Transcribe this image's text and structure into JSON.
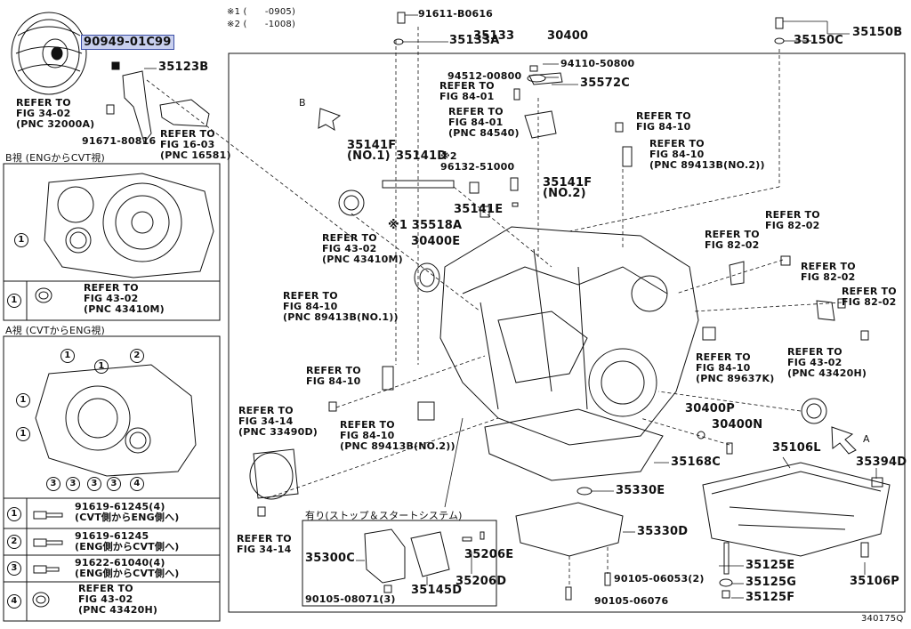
{
  "notes": {
    "n1": "※1 (      -0905)",
    "n2": "※2 (      -1008)"
  },
  "diagram_id": "340175Q",
  "highlight_part": "90949-01C99",
  "accent_color": "#3b4ea6",
  "labels": {
    "p91611": "91611-B0616",
    "p35133A": "35133A",
    "p35133": "35133",
    "p30400": "30400",
    "p35150B": "35150B",
    "p35150C": "35150C",
    "p94512": "94512-00800",
    "p94110": "94110-50800",
    "p35572C": "35572C",
    "p35123B": "35123B",
    "p90949": "90949-01C99",
    "ref34_02": "REFER TO\nFIG 34-02\n(PNC 32000A)",
    "p91671": "91671-80816",
    "ref16_03": "REFER TO\nFIG 16-03\n(PNC 16581)",
    "ref84_01a": "REFER TO\nFIG 84-01",
    "ref84_01b": "REFER TO\nFIG 84-01\n(PNC 84540)",
    "ref84_10a": "REFER TO\nFIG 84-10",
    "ref84_10b": "REFER TO\nFIG 84-10\n(PNC 89413B(NO.2))",
    "b_view": "B視 (ENGからCVT視)",
    "a_view": "A視 (CVTからENG視)",
    "p35141F_1": "35141F\n(NO.1)",
    "p35141D": "35141D",
    "p96132": "※2\n96132-51000",
    "p35141F_2": "35141F\n(NO.2)",
    "p35141E": "35141E",
    "p35518A": "※1 35518A",
    "p30400E": "30400E",
    "ref43_02m": "REFER TO\nFIG 43-02\n(PNC 43410M)",
    "ref82_02a": "REFER TO\nFIG 82-02",
    "ref82_02b": "REFER TO\nFIG 82-02",
    "ref82_02c": "REFER TO\nFIG 82-02",
    "ref82_02d": "REFER TO\nFIG 82-02",
    "ref84_10c": "REFER TO\nFIG 84-10\n(PNC 89413B(NO.1))",
    "ref84_10d": "REFER TO\nFIG 84-10",
    "ref84_10e": "REFER TO\nFIG 84-10\n(PNC 89637K)",
    "ref43_02h": "REFER TO\nFIG 43-02\n(PNC 43420H)",
    "ref34_14a": "REFER TO\nFIG 34-14\n(PNC 33490D)",
    "ref84_10f": "REFER TO\nFIG 84-10\n(PNC 89413B(NO.2))",
    "p30400P": "30400P",
    "p30400N": "30400N",
    "p35168C": "35168C",
    "p35106L": "35106L",
    "p35394D": "35394D",
    "p35330E": "35330E",
    "p35330D": "35330D",
    "stop_start": "有り(ストップ＆スタートシステム)",
    "p35300C": "35300C",
    "p35145D": "35145D",
    "p35206E": "35206E",
    "p35206D": "35206D",
    "p90105_08071": "90105-08071(3)",
    "p90105_06053": "90105-06053(2)",
    "p90105_06076": "90105-06076",
    "p35125E": "35125E",
    "p35125G": "35125G",
    "p35125F": "35125F",
    "p35106P": "35106P",
    "ref34_14b": "REFER TO\nFIG 34-14",
    "arrowA": "A",
    "arrowB": "B"
  },
  "b_table": [
    {
      "num": "1",
      "text": "REFER TO\nFIG 43-02\n(PNC 43410M)"
    }
  ],
  "a_table": [
    {
      "num": "1",
      "text": "91619-61245(4)\n(CVT側からENG側へ)"
    },
    {
      "num": "2",
      "text": "91619-61245\n(ENG側からCVT側へ)"
    },
    {
      "num": "3",
      "text": "91622-61040(4)\n(ENG側からCVT側へ)"
    },
    {
      "num": "4",
      "text": "REFER TO\nFIG 43-02\n(PNC 43420H)"
    }
  ],
  "a_view_callouts": [
    "1",
    "1",
    "2",
    "1",
    "1",
    "3",
    "3",
    "3",
    "3",
    "4"
  ],
  "b_view_callouts": [
    "1"
  ]
}
